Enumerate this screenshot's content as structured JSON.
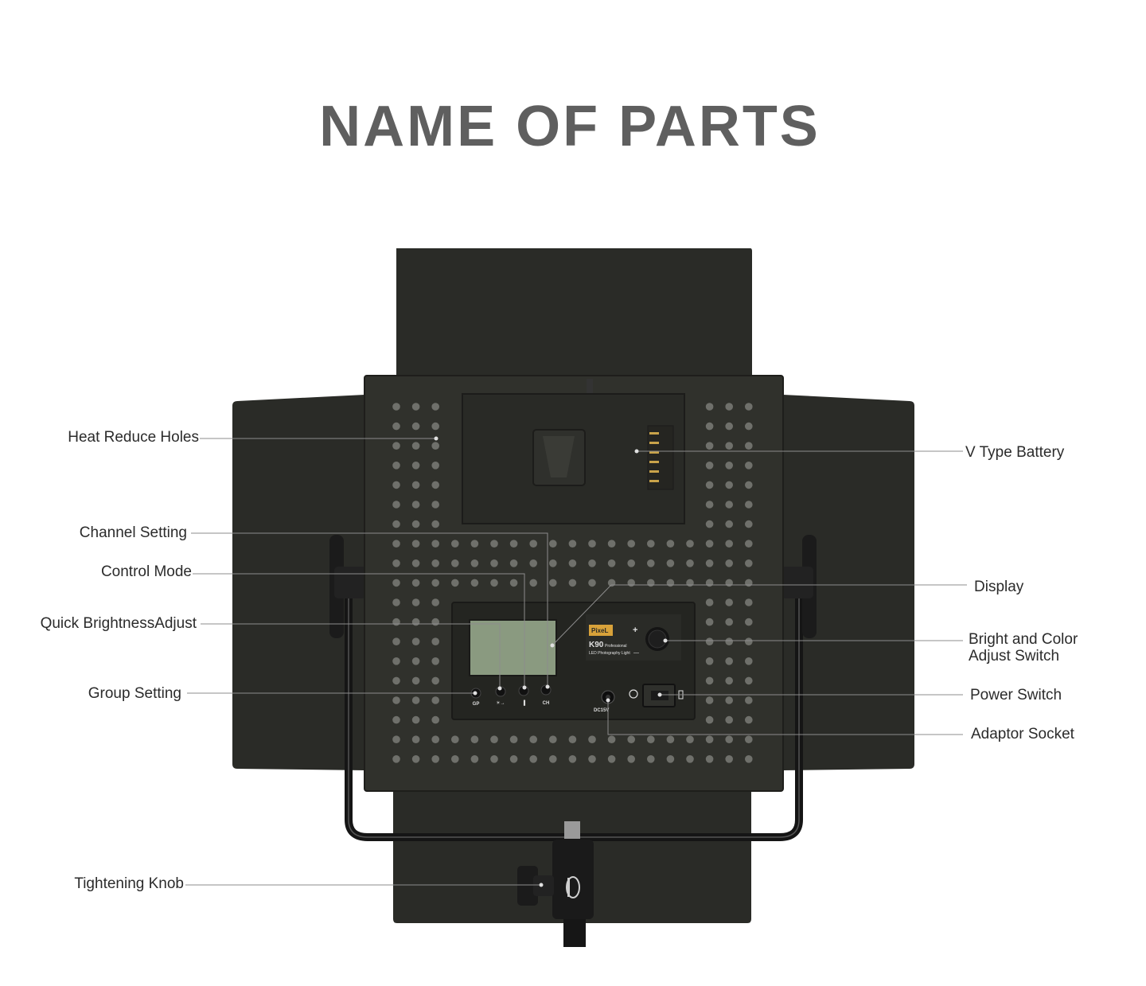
{
  "title": "NAME OF PARTS",
  "panel": {
    "logo_text": "PixeL",
    "model": "K90",
    "model_sub": "Professional",
    "model_desc": "LED Photography Light",
    "buttons": [
      "GP",
      "☀→",
      "▐",
      "CH"
    ],
    "dc_label": "DC15V",
    "plus_sign": "+",
    "minus_sign": "—"
  },
  "labels": {
    "heat_reduce_holes": "Heat Reduce Holes",
    "channel_setting": "Channel Setting",
    "control_mode": "Control Mode",
    "quick_brightness_adjust": "Quick BrightnessAdjust",
    "group_setting": "Group Setting",
    "tightening_knob": "Tightening Knob",
    "v_type_battery": "V Type Battery",
    "display": "Display",
    "bright_and_color_line1": "Bright and Color",
    "bright_and_color_line2": "Adjust Switch",
    "power_switch": "Power Switch",
    "adaptor_socket": "Adaptor Socket"
  },
  "colors": {
    "barn_door": "#2a2b27",
    "panel": "#30312c",
    "hole": "#6f706b",
    "lcd": "#8a9a80",
    "leader_line": "#8c8c8c",
    "title": "#5f5f5f"
  }
}
